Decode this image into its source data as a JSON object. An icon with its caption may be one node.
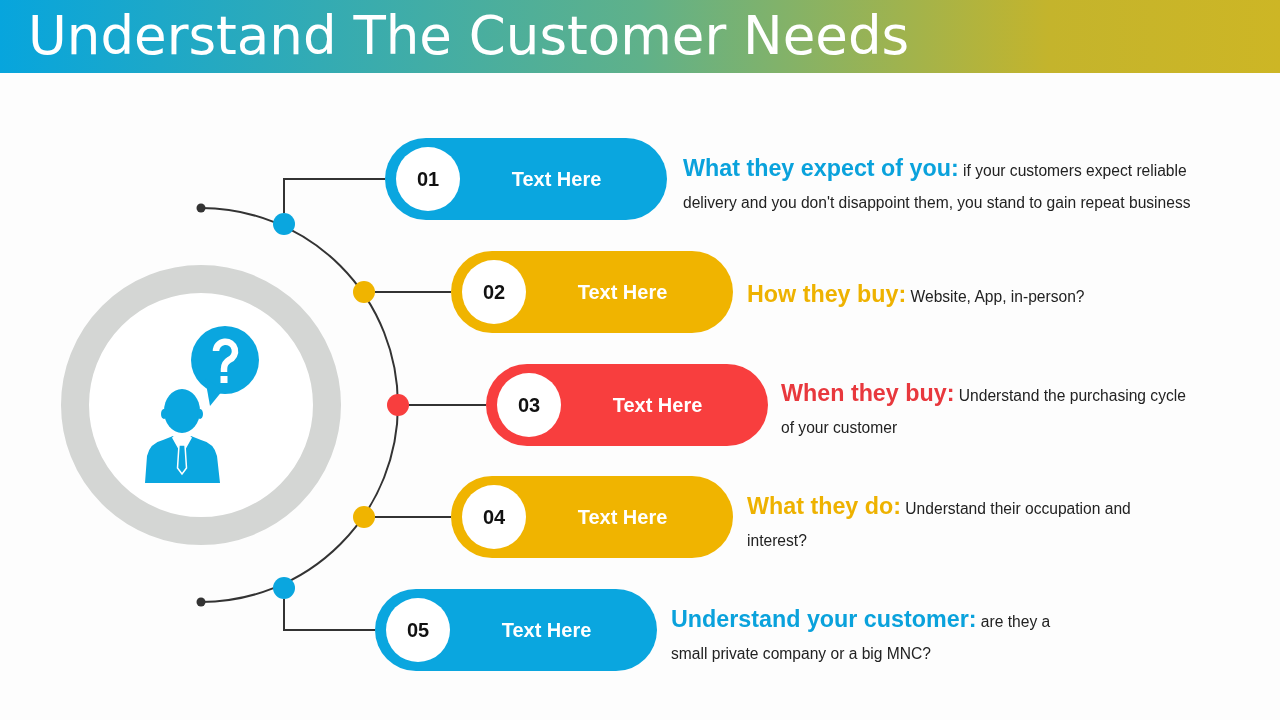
{
  "diagram": {
    "title": "Understand The Customer Needs",
    "nodes": [
      {
        "text": [
          "01",
          "Text Here"
        ],
        "beside": [
          "**What they expect of you:** if your customers expect reliable delivery and you don't disappoint them, you stand to gain repeat business"
        ]
      },
      {
        "text": [
          "02",
          "Text Here"
        ],
        "beside": [
          "**How they buy:** Website, App, in-person?"
        ]
      },
      {
        "text": [
          "03",
          "Text Here"
        ],
        "beside": [
          "**When they buy:** Understand the purchasing cycle of your customer"
        ]
      },
      {
        "text": [
          "04",
          "Text Here"
        ],
        "beside": [
          "**What they do:** Understand their occupation and interest?"
        ]
      },
      {
        "text": [
          "05",
          "Text Here"
        ],
        "beside": [
          "**Understand your customer:** are they a small private company or a big MNC?"
        ]
      },
      {
        "text": [],
        "shape": "circle"
      },
      {
        "text": [],
        "shape": "circle"
      },
      {
        "text": [],
        "shape": "circle"
      },
      {
        "text": [],
        "shape": "circle"
      },
      {
        "text": [],
        "shape": "circle"
      }
    ],
    "edges": [
      {
        "from": 5,
        "to": 0,
        "arrow": "none"
      },
      {
        "from": 6,
        "to": 1,
        "arrow": "none"
      },
      {
        "from": 7,
        "to": 2,
        "arrow": "none"
      },
      {
        "from": 8,
        "to": 3,
        "arrow": "none"
      },
      {
        "from": 9,
        "to": 4,
        "arrow": "none"
      }
    ]
  }
}
